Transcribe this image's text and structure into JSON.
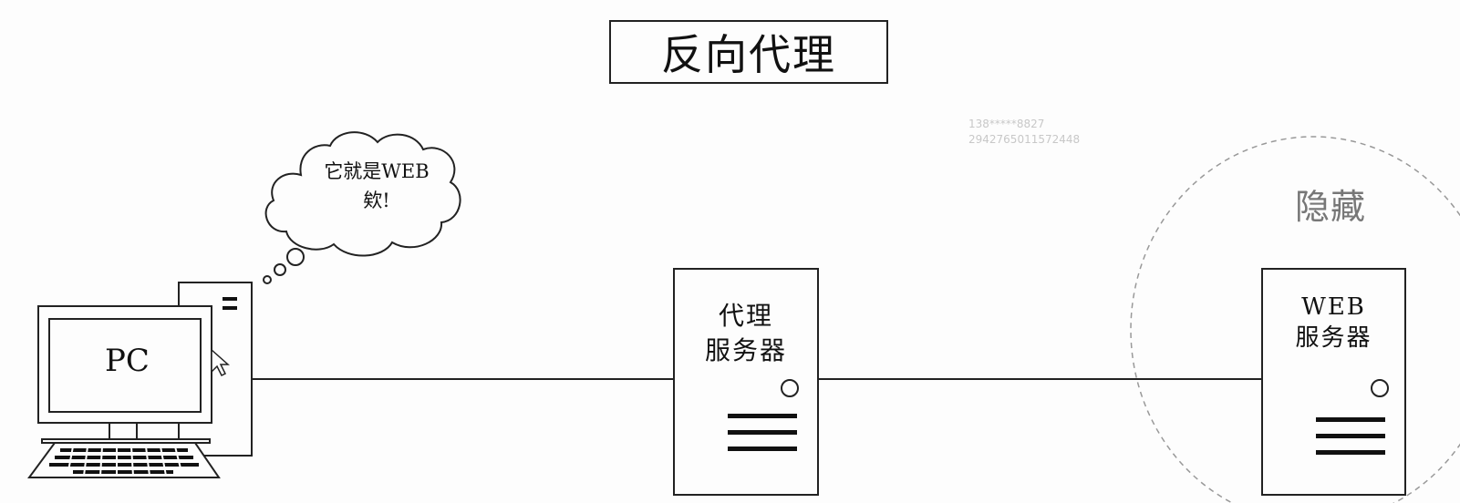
{
  "title": "反向代理",
  "watermark": {
    "line1": "138*****8827",
    "line2": "294276501157244​8"
  },
  "hidden_zone": {
    "label": "隐藏"
  },
  "client": {
    "label": "PC",
    "thought": {
      "line1": "它就是WEB",
      "line2": "欸!"
    }
  },
  "proxy_server": {
    "line1": "代理",
    "line2": "服务器"
  },
  "web_server": {
    "line1": "WEB",
    "line2": "服务器"
  },
  "icons": [
    "desktop-computer-icon",
    "thought-cloud-icon",
    "mouse-cursor-icon",
    "server-icon"
  ],
  "colors": {
    "stroke": "#222222",
    "background": "#fdfdfd",
    "hidden_label": "#777777",
    "watermark": "#c8c8c8"
  }
}
